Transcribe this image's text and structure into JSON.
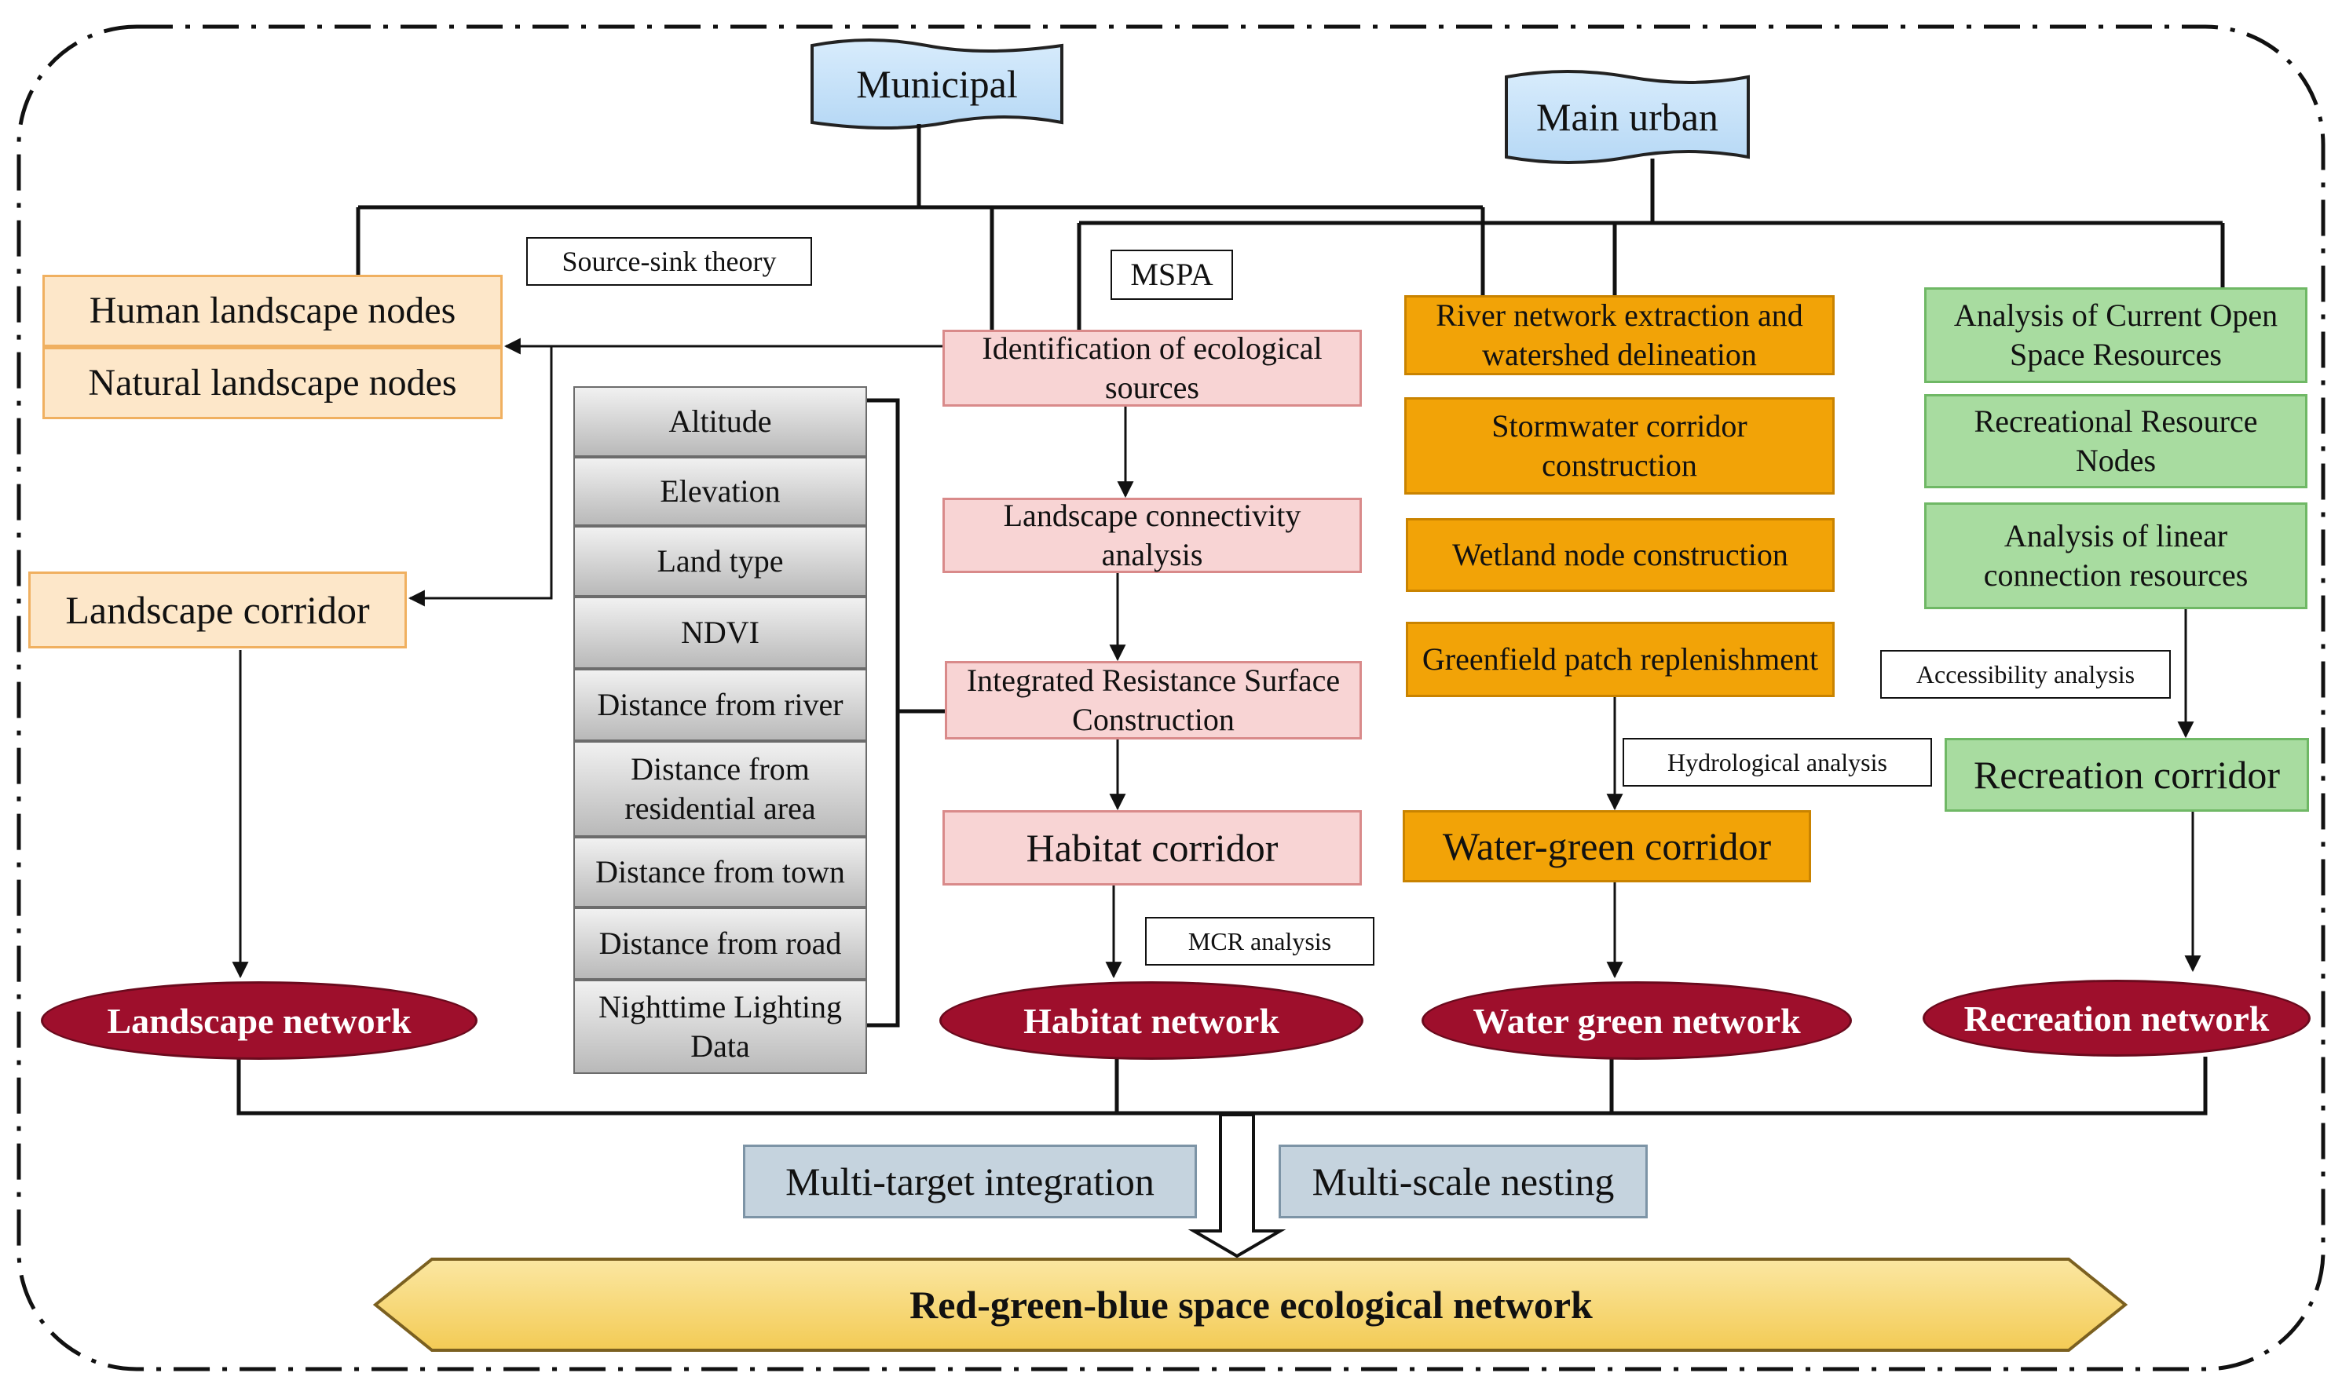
{
  "levels": {
    "municipal": "Municipal",
    "main_urban": "Main urban"
  },
  "landscape": {
    "human_nodes": "Human landscape nodes",
    "natural_nodes": "Natural landscape nodes",
    "corridor": "Landscape corridor",
    "network": "Landscape network"
  },
  "notes": {
    "source_sink": "Source-sink theory",
    "mspa": "MSPA",
    "mcr": "MCR analysis",
    "hydrological": "Hydrological analysis",
    "accessibility": "Accessibility analysis"
  },
  "factors": [
    "Altitude",
    "Elevation",
    "Land type",
    "NDVI",
    "Distance from river",
    "Distance from residential area",
    "Distance from town",
    "Distance from road",
    "Nighttime Lighting Data"
  ],
  "habitat": {
    "sources": "Identification of ecological sources",
    "connectivity": "Landscape connectivity analysis",
    "resistance": "Integrated Resistance Surface Construction",
    "corridor": "Habitat corridor",
    "network": "Habitat network"
  },
  "water": {
    "river": "River network extraction and watershed delineation",
    "stormwater": "Stormwater corridor construction",
    "wetland": "Wetland node construction",
    "greenfield": "Greenfield patch replenishment",
    "corridor": "Water-green corridor",
    "network": "Water green network"
  },
  "recreation": {
    "open_space": "Analysis of Current Open Space Resources",
    "resource_nodes": "Recreational Resource Nodes",
    "linear": "Analysis of linear connection resources",
    "corridor": "Recreation corridor",
    "network": "Recreation network"
  },
  "integration": {
    "multi_target": "Multi-target integration",
    "multi_scale": "Multi-scale nesting",
    "final": "Red-green-blue space ecological network"
  },
  "colors": {
    "peach": "#fde7c9",
    "pink": "#f8d4d4",
    "orange": "#f2a307",
    "green": "#a8dca0",
    "network": "#9e0f2c",
    "flag": "#cfe6fb",
    "slate": "#c5d3de",
    "final": "#f8da7c"
  }
}
